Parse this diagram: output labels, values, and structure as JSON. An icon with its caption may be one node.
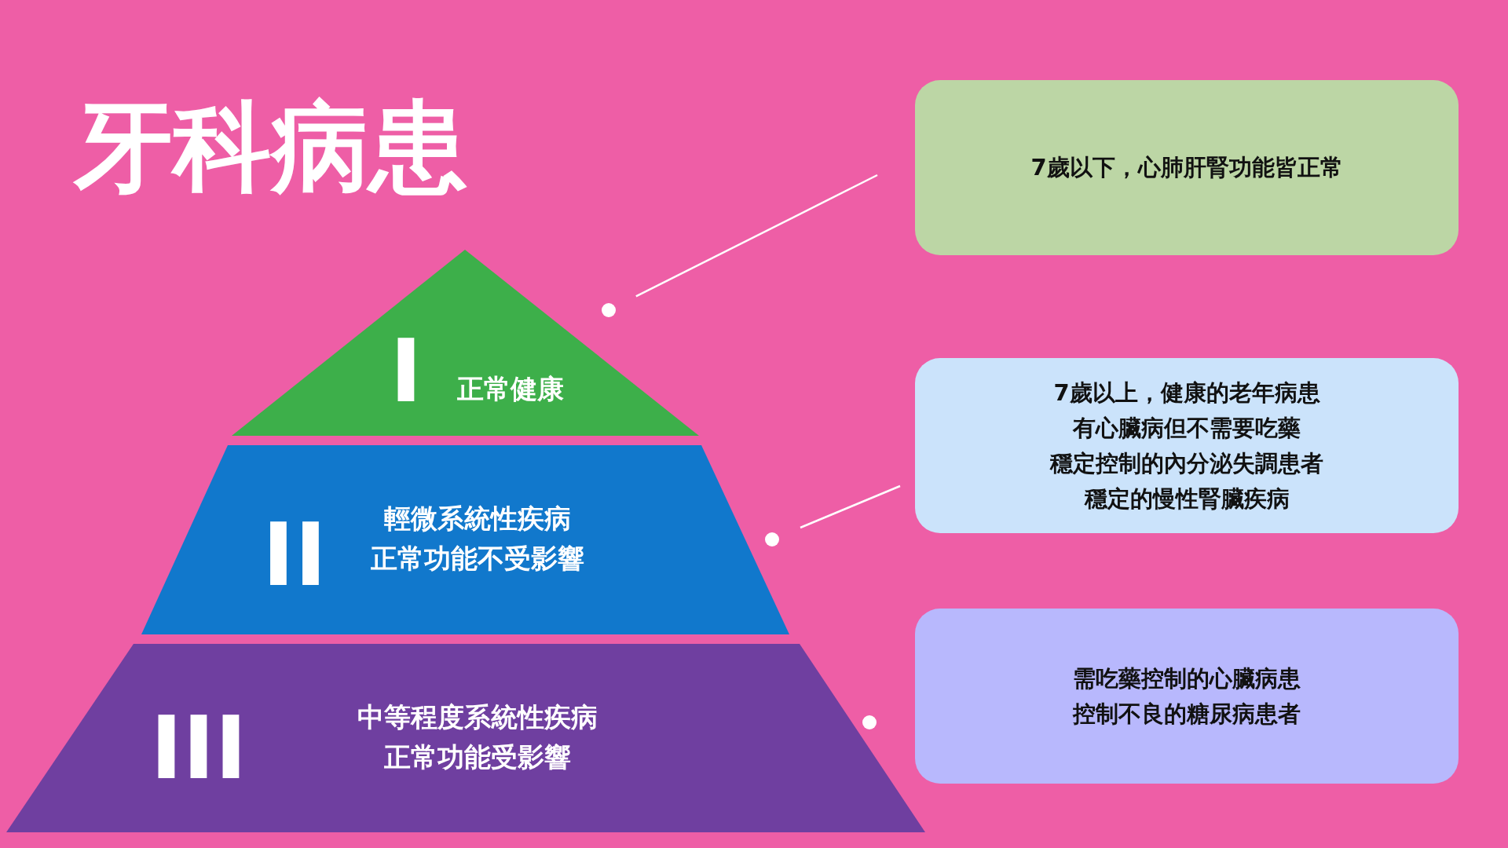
{
  "diagram": {
    "title": "牙科病患",
    "nodes": [
      {
        "text": [
          "I",
          "正常健康"
        ]
      },
      {
        "text": [
          "II",
          "輕微系統性疾病",
          "正常功能不受影響"
        ]
      },
      {
        "text": [
          "III",
          "中等程度系統性疾病",
          "正常功能受影響"
        ]
      },
      {
        "text": [
          "7歲以下，心肺肝腎功能皆正常"
        ]
      },
      {
        "text": [
          "7歲以上，健康的老年病患",
          "有心臟病但不需要吃藥",
          "穩定控制的內分泌失調患者",
          "穩定的慢性腎臟疾病"
        ]
      },
      {
        "text": [
          "需吃藥控制的心臟病患",
          "控制不良的糖尿病患者"
        ]
      },
      {
        "text": [],
        "shape": "circle"
      },
      {
        "text": [],
        "shape": "circle"
      },
      {
        "text": [],
        "shape": "circle"
      }
    ],
    "edges": [
      {
        "from": 3,
        "to": 6,
        "arrow": "none"
      },
      {
        "from": 4,
        "to": 7,
        "arrow": "none"
      }
    ]
  }
}
